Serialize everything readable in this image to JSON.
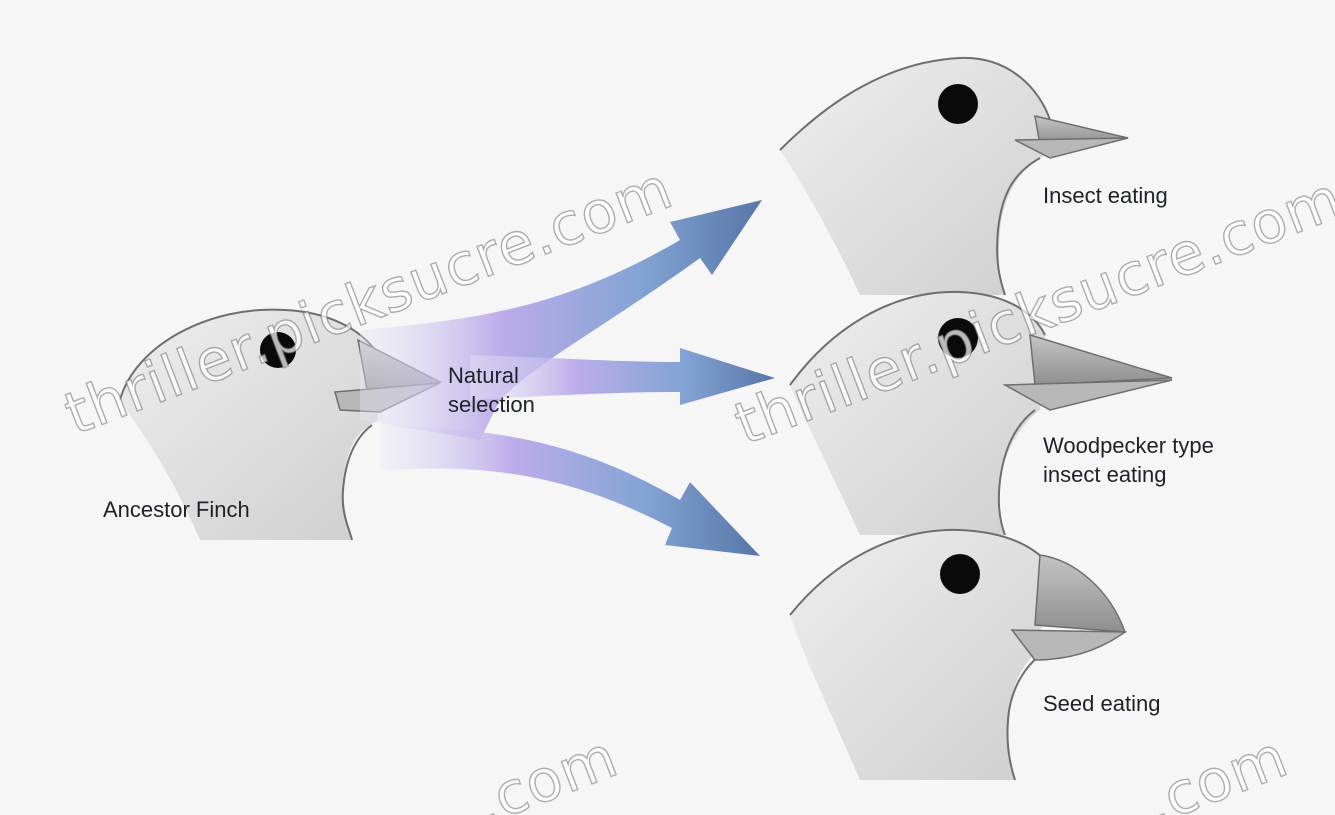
{
  "diagram": {
    "ancestor_label": "Ancestor Finch",
    "process_label_line1": "Natural",
    "process_label_line2": "selection",
    "descendants": [
      {
        "label_line1": "Insect eating",
        "label_line2": ""
      },
      {
        "label_line1": "Woodpecker type",
        "label_line2": "insect eating"
      },
      {
        "label_line1": "Seed eating",
        "label_line2": ""
      }
    ]
  },
  "watermark": {
    "text": "thriller.picksucre.com",
    "partial_text": ".com"
  },
  "colors": {
    "background": "#f6f6f6",
    "head_fill": "#dcdcdc",
    "beak_fill": "#a9a9a9",
    "outline": "#6e6e6e",
    "eye": "#0a0a0a",
    "arrow_blue": "#6f92c6",
    "arrow_violet": "#b8a8e6",
    "arrow_grey": "#8a8a8a"
  }
}
